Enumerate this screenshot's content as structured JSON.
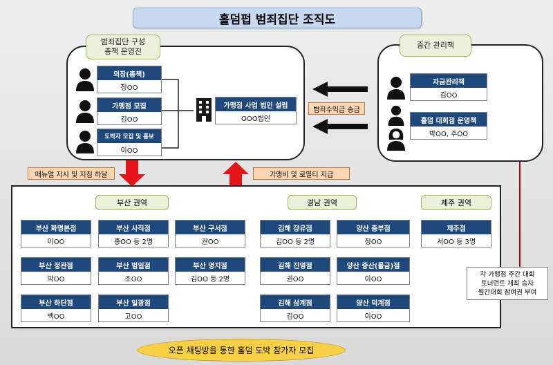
{
  "title": "홀덤펍 범죄집단 조직도",
  "leadership": {
    "label_line1": "범죄집단 구성",
    "label_line2": "총책 운영진",
    "members": [
      {
        "role": "의장(총책)",
        "name": "정OO"
      },
      {
        "role": "가맹점 모집",
        "name": "김OO"
      },
      {
        "role": "도박자 모집 및 홍보",
        "name": "이OO"
      }
    ],
    "company": {
      "role": "가맹점 사업 법인 설립",
      "name": "OOO법인"
    }
  },
  "middle": {
    "label": "중간 관리책",
    "members": [
      {
        "role": "자금관리책",
        "name": "김OO"
      },
      {
        "role": "홀덤 대회점 운영책",
        "name": "박OO, 주OO"
      }
    ]
  },
  "flows": {
    "proceeds": "범죄수익금 송금",
    "manual": "매뉴얼 지시 및 지침 하달",
    "royalty": "가맹비 및 로열티 지급"
  },
  "regions": {
    "busan": {
      "label": "부산 권역",
      "stores": [
        {
          "name": "부산 화명본점",
          "owner": "이OO"
        },
        {
          "name": "부산 사직점",
          "owner": "홍OO 등 2명"
        },
        {
          "name": "부산 구서점",
          "owner": "권OO"
        },
        {
          "name": "부산 정관점",
          "owner": "박OO"
        },
        {
          "name": "부산 범일점",
          "owner": "조OO"
        },
        {
          "name": "부산 명지점",
          "owner": "김OO 등 2명"
        },
        {
          "name": "부산 하단점",
          "owner": "백OO"
        },
        {
          "name": "부산 일광점",
          "owner": "고OO"
        }
      ]
    },
    "gyeongnam": {
      "label": "경남 권역",
      "stores": [
        {
          "name": "김해 장유점",
          "owner": "김OO 등 2명"
        },
        {
          "name": "양산 중부점",
          "owner": "정OO"
        },
        {
          "name": "김해 진영점",
          "owner": "권OO"
        },
        {
          "name": "양산 증산(물금)점",
          "owner": "이OO"
        },
        {
          "name": "김해 삼계점",
          "owner": "김OO"
        },
        {
          "name": "양산 덕계점",
          "owner": "이OO"
        }
      ]
    },
    "jeju": {
      "label": "제주 권역",
      "stores": [
        {
          "name": "제주점",
          "owner": "서OO 등 3명"
        }
      ]
    }
  },
  "tournament_note": [
    "각 가맹점 주간 대회",
    "토너먼트 개최 승자",
    "월간대회 참여권 부여"
  ],
  "recruit": "오픈 채팅방을 통한 홀덤 도박 참가자 모집",
  "colors": {
    "header_blue": "#1f497d",
    "arrow_red": "#e8141b",
    "tag_green": "#ebf1dd",
    "note_orange": "#fcd5b4",
    "oval_yellow": "#f7d046"
  }
}
